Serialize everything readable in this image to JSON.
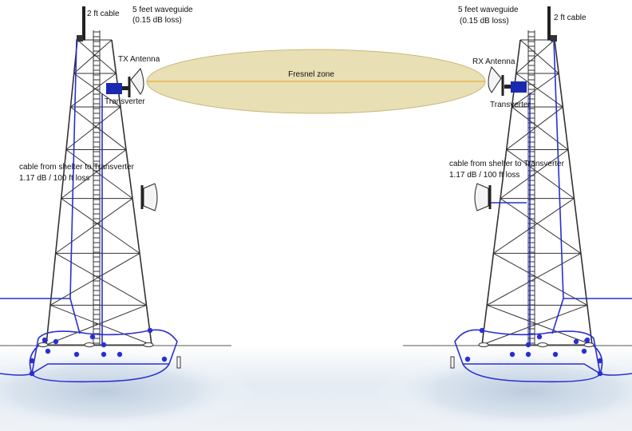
{
  "labels": {
    "fresnel_zone": "Fresnel zone",
    "left": {
      "cable": "2 ft cable",
      "waveguide_line1": "5 feet waveguide",
      "waveguide_line2": "(0.15 dB loss)",
      "antenna": "TX Antenna",
      "transverter": "Transverter",
      "shelter_cable_line1": "cable from shelter to Transverter",
      "shelter_cable_line2": "1.17 dB / 100 ft loss"
    },
    "right": {
      "cable": "2 ft cable",
      "waveguide_line1": "5 feet waveguide",
      "waveguide_line2": "(0.15 dB loss)",
      "antenna": "RX Antenna",
      "transverter": "Transverter",
      "shelter_cable_line1": "cable from shelter to Transverter",
      "shelter_cable_line2": "1.17 dB / 100 ft loss"
    }
  },
  "colors": {
    "tower_steel": "#333333",
    "cable": "#2a2fd0",
    "fresnel_fill": "#e9dfb4",
    "fresnel_stroke": "#c8b878",
    "fresnel_axis": "#e3a020",
    "ground_fog": "#c9d6e6",
    "transverter": "#1a2ab0",
    "antenna_fill": "#f4f4f4"
  }
}
